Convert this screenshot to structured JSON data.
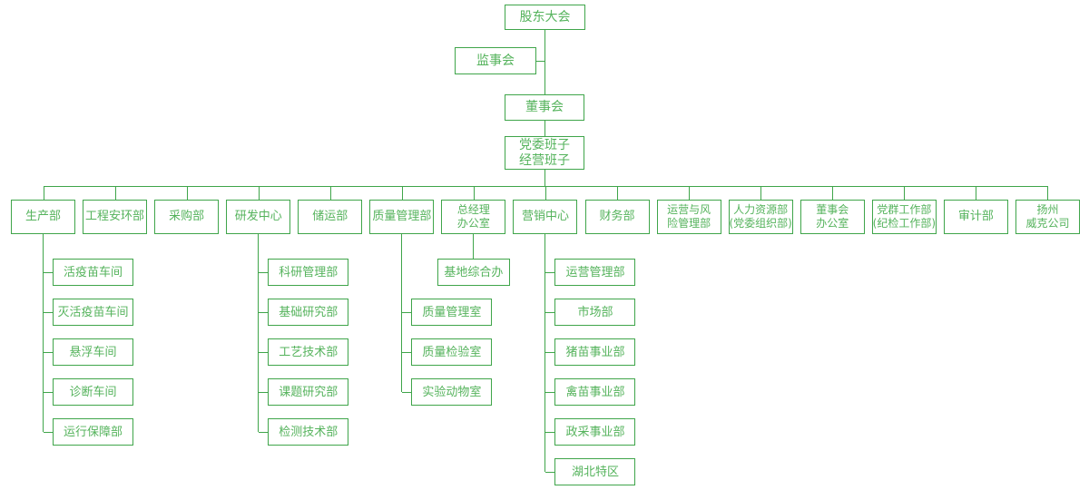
{
  "palette": {
    "line_green": "#3fa54a",
    "text_green": "#55b35c",
    "background": "#ffffff"
  },
  "top_chain": {
    "shareholders": "股东大会",
    "supervisory": "监事会",
    "board": "董事会",
    "committee": [
      "党委班子",
      "经营班子"
    ]
  },
  "departments": [
    {
      "label": [
        "生产部"
      ],
      "children": [
        "活疫苗车间",
        "灭活疫苗车间",
        "悬浮车间",
        "诊断车间",
        "运行保障部"
      ],
      "child_mode": "hanging",
      "start_row": 0
    },
    {
      "label": [
        "工程安环部"
      ]
    },
    {
      "label": [
        "采购部"
      ]
    },
    {
      "label": [
        "研发中心"
      ],
      "children": [
        "科研管理部",
        "基础研究部",
        "工艺技术部",
        "课题研究部",
        "检测技术部"
      ],
      "child_mode": "hanging",
      "start_row": 0
    },
    {
      "label": [
        "储运部"
      ]
    },
    {
      "label": [
        "质量管理部"
      ],
      "children": [
        "质量管理室",
        "质量检验室",
        "实验动物室"
      ],
      "child_mode": "hanging",
      "start_row": 1
    },
    {
      "label": [
        "总经理",
        "办公室"
      ],
      "children": [
        "基地综合办"
      ],
      "child_mode": "centered",
      "start_row": 0
    },
    {
      "label": [
        "营销中心"
      ],
      "children": [
        "运营管理部",
        "市场部",
        "猪苗事业部",
        "禽苗事业部",
        "政采事业部",
        "湖北特区"
      ],
      "child_mode": "hanging",
      "start_row": 0
    },
    {
      "label": [
        "财务部"
      ]
    },
    {
      "label": [
        "运营与风",
        "险管理部"
      ]
    },
    {
      "label": [
        "人力资源部",
        "(党委组织部)"
      ]
    },
    {
      "label": [
        "董事会",
        "办公室"
      ]
    },
    {
      "label": [
        "党群工作部",
        "(纪检工作部)"
      ]
    },
    {
      "label": [
        "审计部"
      ]
    },
    {
      "label": [
        "扬州",
        "威克公司"
      ]
    }
  ]
}
